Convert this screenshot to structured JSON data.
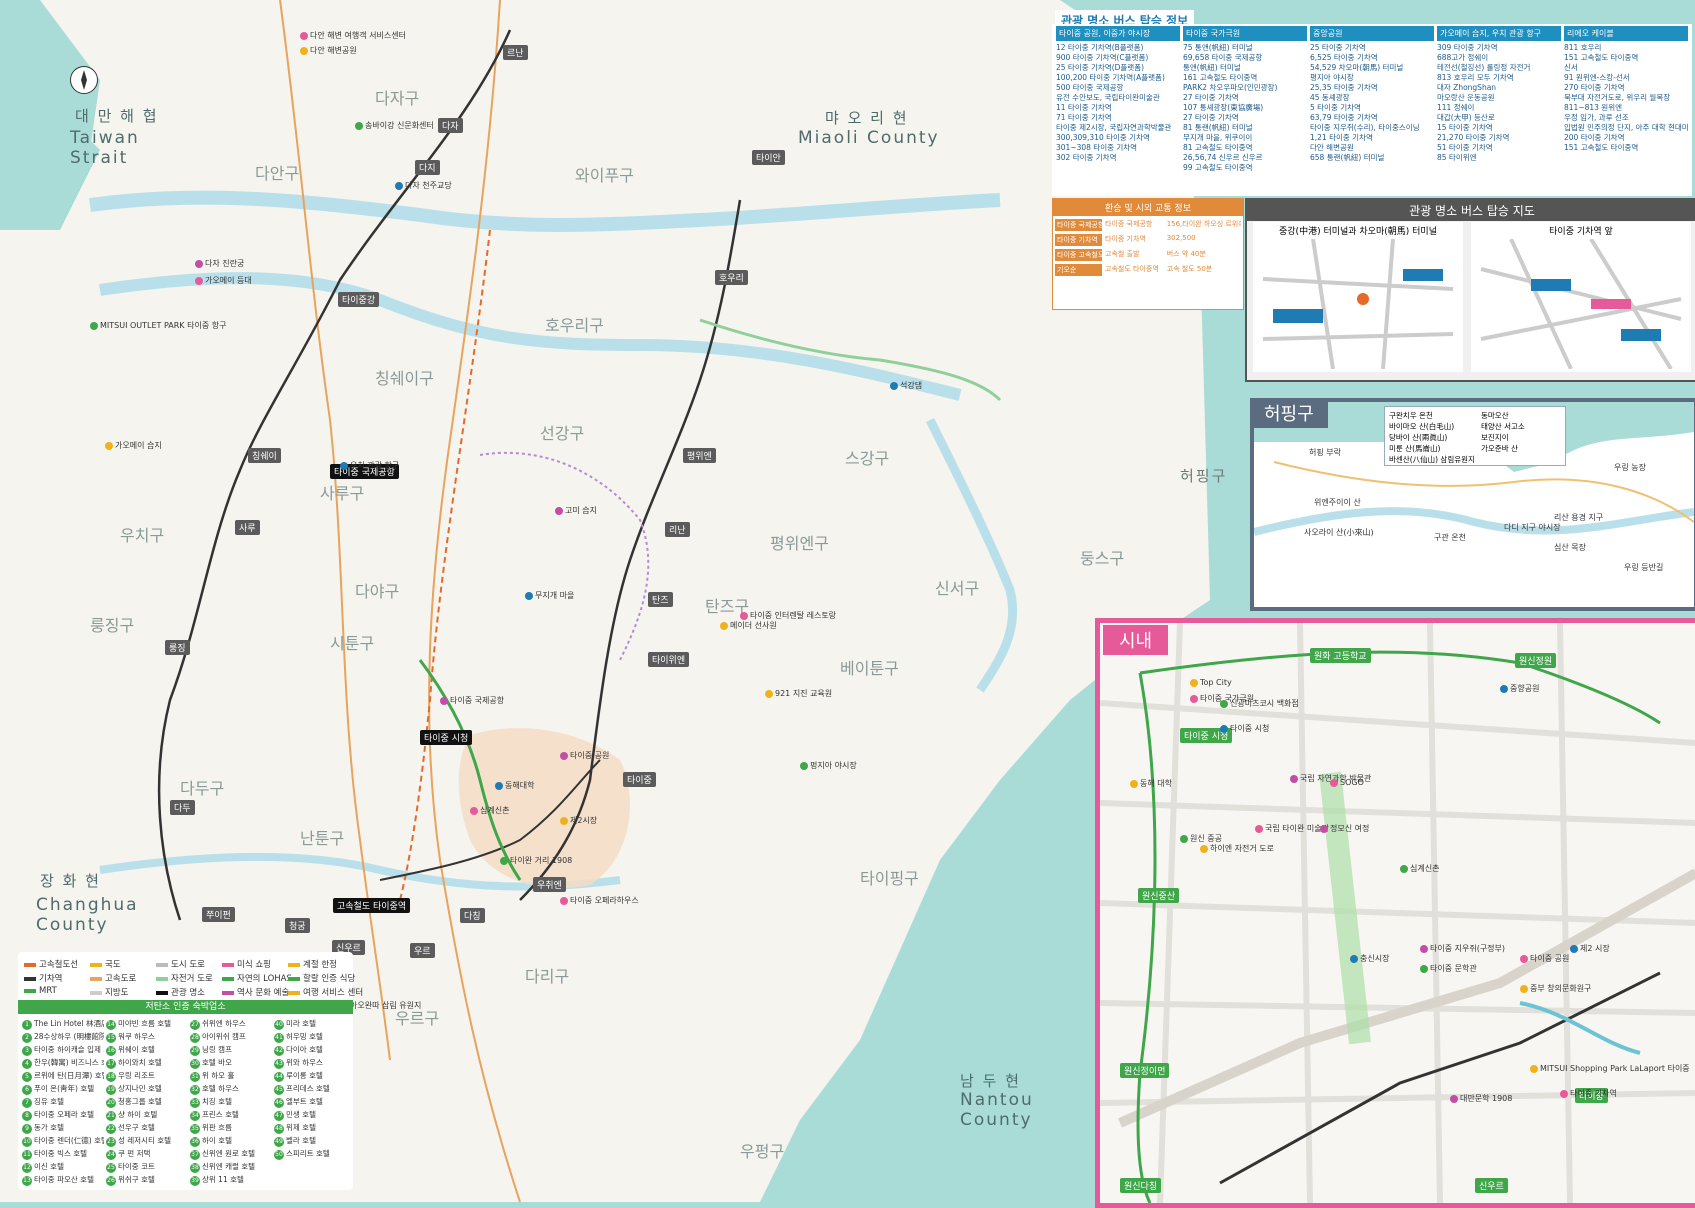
{
  "regions": {
    "strait_ko": "대 만 해 협",
    "strait_en": "Taiwan Strait",
    "miaoli_ko": "먀 오 리 현",
    "miaoli_en": "Miaoli County",
    "changhua_ko": "장 화 현",
    "changhua_en": "Changhua County",
    "nantou_ko": "남 두 현",
    "nantou_en": "Nantou County",
    "heping_side": "허핑구"
  },
  "districts": [
    "다자구",
    "다안구",
    "와이푸구",
    "칭쉐이구",
    "호우리구",
    "선강구",
    "사루구",
    "스강구",
    "우치구",
    "룽징구",
    "다야구",
    "시툰구",
    "평위엔구",
    "탄즈구",
    "다두구",
    "베이툰구",
    "난툰구",
    "신서구",
    "둥스구",
    "타이핑구",
    "우르구",
    "다리구",
    "우펑구"
  ],
  "stations": {
    "gray": [
      "르난",
      "다자",
      "다지",
      "타이중강",
      "칭쉐이",
      "사루",
      "룽징",
      "다두",
      "쭈이펀",
      "청궁",
      "신우르",
      "우르",
      "다칭",
      "평위엔",
      "리난",
      "탄즈",
      "타이위엔",
      "타이중",
      "우취엔",
      "호우리",
      "타이안"
    ],
    "green": [
      "타이중 시청",
      "타이중 국제공항",
      "고속철도 타이중역"
    ]
  },
  "pois": [
    "다안 해변 여행객 서비스센터",
    "다안 해변공원",
    "송바이강 신문화센터",
    "다자 천주교당",
    "다자 진란궁",
    "가오메이 등대",
    "가오메이 습지",
    "MITSUI OUTLET PARK 타이중 항구",
    "우치 관광 항구",
    "타이중 국제공항",
    "타이중 오페라하우스",
    "921 지진 교육원",
    "펑지아 야시장",
    "동해대학",
    "타이중 공원",
    "심계신촌",
    "제2시장",
    "타이완 거리 1908",
    "무지개 마을",
    "고미 습지",
    "타이중 인터렌탈 레스토랑",
    "메이더 선사원",
    "아오완따 삼림 유원지",
    "석강댐"
  ],
  "bus_title": "관광 명소 버스 탑승 정보",
  "bus_columns": [
    {
      "head": "타이중 공원, 이중가 야시장",
      "lines": [
        "12 타이중 기차역(B플랫폼)",
        "900 타이중 기차역(C플랫폼)",
        "25 타이중 기차역(D플랫폼)",
        "100,200 타이중 기차역(A플랫폼)",
        "500 타이중 국제공항",
        "유전 수안보도, 국립타이완미술관",
        "11 타이중 기차역",
        "71 타이중 기차역",
        "타이중 제2시장, 국립자연과학박물관",
        "300,309,310 타이중 기차역",
        "301~308 타이중 기차역",
        "302 타이중 기차역"
      ]
    },
    {
      "head": "타이중 국가극원",
      "lines": [
        "75 통앤(帆紐) 터미널",
        "69,658 타이중 국제공항",
        "통앤(帆紐) 터미널",
        "161 고속철도 타이중역",
        "PARK2 차오우파오(인민광장)",
        "27 타이중 기차역",
        "107 통셰광장(東協廣場)",
        "27 타이중 기차역",
        "81 통랜(帆紐) 터미널",
        "무지개 마을, 위쿠이이",
        "81 고속철도 타이중역",
        "26,56,74 신우르 신우르",
        "99 고속철도 타이중역"
      ]
    },
    {
      "head": "중앙공원",
      "lines": [
        "25 타이중 기차역",
        "6,525 타이중 기차역",
        "54,529 차오마(朝馬) 터미널",
        "평지아 야시장",
        "25,35 타이중 기차역",
        "45 동셰광장",
        "5 타이중 기차역",
        "63,79 타이중 기차역",
        "타이중 지우쥐(수리), 타이중스이닝",
        "1,21 타이중 기차역",
        "다안 해변공원",
        "658 통랜(帆紐) 터미널"
      ]
    },
    {
      "head": "가오메이 습지, 우치 관광 항구",
      "lines": [
        "309 타이중 기차역",
        "688고가 정쉐이",
        "테전선(철징선) 롤링정 자전거",
        "813 호우리 모두 기차역",
        "대자 ZhongShan",
        "마오랑산 운동공원",
        "111 정쉐이",
        "대갑(大甲) 등산로",
        "15 타이중 기차역",
        "21,270 타이중 기차역",
        "51 타이중 기차역",
        "85 타이위엔"
      ]
    },
    {
      "head": "리에오 케이블",
      "lines": [
        "811 호우리",
        "151 고속철도 타이중역",
        "신서",
        "91 원위엔-스캉-선서",
        "270 타이중 기차역",
        "북부대 자전거도로, 위우리 월목장",
        "811~813 원위엔",
        "우정 임가, 과루 선조",
        "입법원 민주의정 단지, 아주 대학 현대미술관",
        "200 타이중 기차역",
        "151 고속철도 타이중역"
      ]
    }
  ],
  "transfer": {
    "title": "환승 및 시외 교통 정보",
    "rows": [
      {
        "label": "타이중 국제공항",
        "a": "타이중 국제공항",
        "b": "156,타이완 하오싱 르위에탄 노선"
      },
      {
        "label": "타이중 기차역",
        "a": "타이중 기차역",
        "b": "302,500"
      },
      {
        "label": "타이중 고속철도",
        "a": "고속철 출발",
        "b": "버스 약 40분"
      },
      {
        "label": "기오순",
        "a": "고속철도 타이중역",
        "b": "고속 철도 50분"
      }
    ]
  },
  "bus_map": {
    "title": "관광 명소 버스 탑승 지도",
    "left_title": "중강(中港) 터미널과 차오마(朝馬) 터미널",
    "right_title": "타이중 기차역 앞"
  },
  "heping": {
    "title": "허핑구",
    "legend": [
      "구완치우 온천",
      "바이마오 산(白毛山)",
      "당바이 산(兩眞山)",
      "미룬 산(馬崙山)",
      "바센산(八仙山) 삼림유원지",
      "동마오산",
      "태양산 서고소",
      "보진지이",
      "가오준바 산"
    ],
    "pois": [
      "허핑 부락",
      "리산 용경 지구",
      "우링 농장",
      "우링 등반길",
      "다디 지구 야시장",
      "사오라이 산(小來山)",
      "구관 온천",
      "심산 목장",
      "위엔주이이 산"
    ]
  },
  "downtown": {
    "title": "시내",
    "stations": [
      "원화 고등학교",
      "원신정원",
      "타이중 시청",
      "원신중산",
      "원신정이먼",
      "원신다칭",
      "신우르",
      "타이중"
    ],
    "pois": [
      "타이중 국가극원",
      "Top City",
      "신광미츠코시 백화점",
      "중향공원",
      "국립 자연과학 박물관",
      "국립 타이완 미술관",
      "하이엔 자전거 도로",
      "원신 중공",
      "타이중 시청",
      "정모신 여정",
      "SOGO",
      "동해 대학",
      "심계신촌",
      "충신시장",
      "타이중 지우쥐(구정부)",
      "타이중 공원",
      "MITSUI Shopping Park LaLaport 타이중",
      "타이중 문학관",
      "제2 시장",
      "대만문학 1908",
      "타이중 기차역",
      "중부 창의문화원구"
    ]
  },
  "legend": {
    "items": [
      "고속철도선",
      "국도",
      "도시 도로",
      "미식 쇼핑",
      "계절 한정",
      "기차역",
      "고속도로",
      "자전거 도로",
      "자연의 LOHAS",
      "할랄 인증 식당",
      "MRT",
      "지방도",
      "관광 명소",
      "역사 문화 예술",
      "여행 서비스 센터"
    ],
    "hotel_title": "저탄소 인증 숙박업소",
    "hotels": [
      "The Lin Hotel 林酒店",
      "28수상하우 (明樓館院)",
      "타이중 하이캐슬 입제 호텔",
      "한우(韓寓) 비즈니스 호텔",
      "르위에 탄(日月潭) 호텔",
      "푸이 온(靑年) 호텔",
      "징유 호텔",
      "타이중 오페라 호텔",
      "동가 호텔",
      "타이중 렌더(仁德) 호텔",
      "타이중 빅스 호텔",
      "이신 호텔",
      "타이중 파오산 호텔",
      "미야빈 흐름 호텔",
      "워쿠 하우스",
      "위쉐이 호텔",
      "하이와치 호텔",
      "우링 리조트",
      "상지나민 호텔",
      "청홍그룹 호텔",
      "샹 하이 호텔",
      "선우구 호텔",
      "성 레저시티 호텔",
      "쿠 펀 저택",
      "타이중 코트",
      "위쉬구 호텔",
      "쉬위엔 하우스",
      "아이위쉬 캠프",
      "닝링 캠프",
      "호텔 바오",
      "위 하오 홀",
      "호텔 하우스",
      "치징 호텔",
      "프린스 호텔",
      "위판 흐름",
      "하이 호텔",
      "신위엔 원로 호텔",
      "신위엔 캐럴 호텔",
      "상위 11 호텔",
      "미라 호텔",
      "허우밍 호텔",
      "다이아 호텔",
      "위와 하우스",
      "루이롱 호텔",
      "프리데스 호텔",
      "엘부트 호텔",
      "민생 호텔",
      "위제 호텔",
      "벨라 호텔",
      "스피리트 호텔"
    ]
  },
  "colors": {
    "sea": "#a9dcd6",
    "land": "#f4f4f0",
    "river": "#b9e0ea",
    "bus_blue": "#1e8fbf",
    "city_pink": "#e75a9a",
    "heping_slate": "#5b6b80",
    "mrt_green": "#3fa64a",
    "rail": "#333333",
    "hsr": "#e46a2a"
  }
}
